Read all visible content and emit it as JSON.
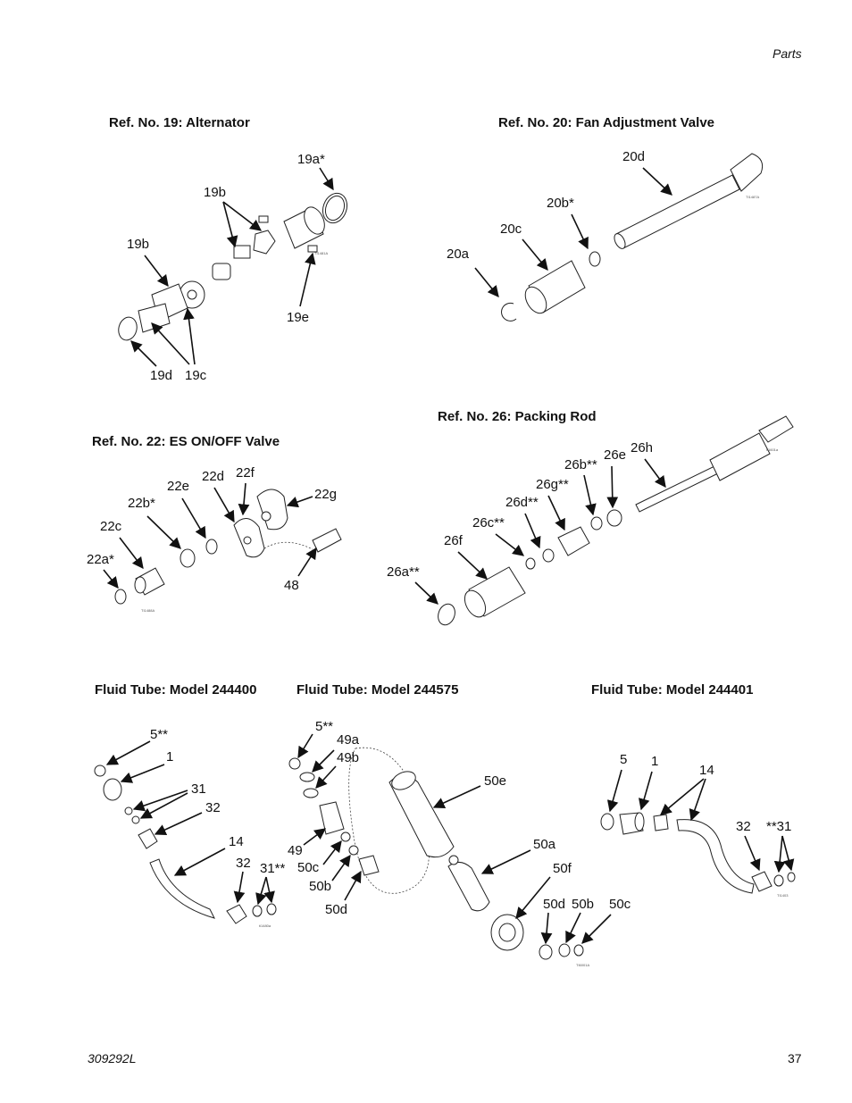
{
  "header": {
    "section": "Parts"
  },
  "footer": {
    "doc_number": "309292L",
    "page_number": "37"
  },
  "figures": {
    "alternator": {
      "title": "Ref. No. 19: Alternator",
      "labels": [
        "19a*",
        "19b",
        "19b",
        "19e",
        "19d",
        "19c"
      ],
      "code": "TI1481A"
    },
    "fan_valve": {
      "title": "Ref. No. 20: Fan Adjustment Valve",
      "labels": [
        "20d",
        "20b*",
        "20c",
        "20a"
      ],
      "code": "TI1487A"
    },
    "packing_rod": {
      "title": "Ref. No. 26: Packing Rod",
      "labels": [
        "26h",
        "26e",
        "26b**",
        "26g**",
        "26d**",
        "26c**",
        "26f",
        "26a**"
      ],
      "code": "ti1601a"
    },
    "es_valve": {
      "title": "Ref. No. 22: ES ON/OFF Valve",
      "labels": [
        "22f",
        "22d",
        "22e",
        "22g",
        "22b*",
        "22c",
        "22a*",
        "48"
      ],
      "code": "TI1488A"
    },
    "tube_244400": {
      "title": "Fluid Tube: Model 244400",
      "labels": [
        "5**",
        "1",
        "31",
        "32",
        "14",
        "32",
        "31**"
      ],
      "code": "ti1480a"
    },
    "tube_244575": {
      "title": "Fluid Tube: Model 244575",
      "labels": [
        "5**",
        "49a",
        "49b",
        "50e",
        "49",
        "50c",
        "50b",
        "50d",
        "50a",
        "50f",
        "50d",
        "50b",
        "50c"
      ],
      "code": "TI6001A"
    },
    "tube_244401": {
      "title": "Fluid Tube: Model 244401",
      "labels": [
        "5",
        "1",
        "14",
        "32",
        "**31"
      ],
      "code": "TI1403"
    }
  }
}
